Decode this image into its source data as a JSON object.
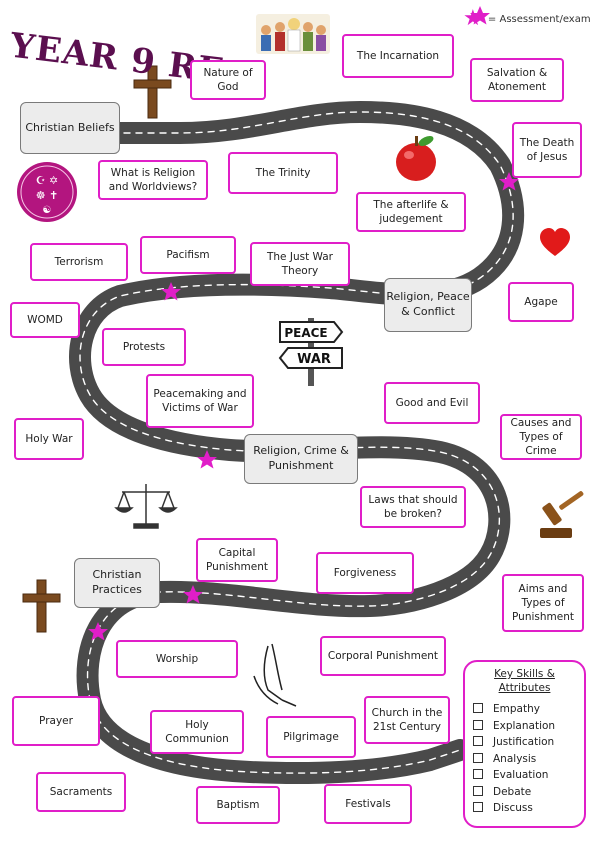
{
  "header": {
    "title": "YEAR 9 RE",
    "legend_label": "= Assessment/exam"
  },
  "colors": {
    "accent": "#e01ec8",
    "road": "#555555",
    "section_bg": "#ececec",
    "title": "#5b0f4f"
  },
  "sections": [
    {
      "id": "christian-beliefs",
      "label": "Christian Beliefs"
    },
    {
      "id": "religion-peace-conflict",
      "label": "Religion, Peace & Conflict"
    },
    {
      "id": "religion-crime-punishment",
      "label": "Religion, Crime & Punishment"
    },
    {
      "id": "christian-practices",
      "label": "Christian Practices"
    }
  ],
  "topics": [
    {
      "id": "nature-of-god",
      "label": "Nature of God"
    },
    {
      "id": "the-incarnation",
      "label": "The Incarnation"
    },
    {
      "id": "salvation-atonement",
      "label": "Salvation & Atonement"
    },
    {
      "id": "what-is-religion",
      "label": "What is Religion and Worldviews?"
    },
    {
      "id": "the-trinity",
      "label": "The Trinity"
    },
    {
      "id": "death-of-jesus",
      "label": "The Death of Jesus"
    },
    {
      "id": "afterlife",
      "label": "The afterlife & judegement"
    },
    {
      "id": "terrorism",
      "label": "Terrorism"
    },
    {
      "id": "pacifism",
      "label": "Pacifism"
    },
    {
      "id": "just-war",
      "label": "The Just War Theory"
    },
    {
      "id": "agape",
      "label": "Agape"
    },
    {
      "id": "womd",
      "label": "WOMD"
    },
    {
      "id": "protests",
      "label": "Protests"
    },
    {
      "id": "peacemaking",
      "label": "Peacemaking and Victims of War"
    },
    {
      "id": "holy-war",
      "label": "Holy War"
    },
    {
      "id": "good-evil",
      "label": "Good and Evil"
    },
    {
      "id": "causes-crime",
      "label": "Causes and Types of Crime"
    },
    {
      "id": "laws-broken",
      "label": "Laws that should be broken?"
    },
    {
      "id": "capital-punishment",
      "label": "Capital Punishment"
    },
    {
      "id": "forgiveness",
      "label": "Forgiveness"
    },
    {
      "id": "aims-punishment",
      "label": "Aims and Types of Punishment"
    },
    {
      "id": "worship",
      "label": "Worship"
    },
    {
      "id": "corporal-punishment",
      "label": "Corporal Punishment"
    },
    {
      "id": "prayer",
      "label": "Prayer"
    },
    {
      "id": "holy-communion",
      "label": "Holy Communion"
    },
    {
      "id": "pilgrimage",
      "label": "Pilgrimage"
    },
    {
      "id": "church-21st",
      "label": "Church in the 21st Century"
    },
    {
      "id": "sacraments",
      "label": "Sacraments"
    },
    {
      "id": "baptism",
      "label": "Baptism"
    },
    {
      "id": "festivals",
      "label": "Festivals"
    }
  ],
  "signpost": {
    "top": "PEACE",
    "bottom": "WAR"
  },
  "key_skills": {
    "heading": "Key Skills & Attributes",
    "items": [
      "Empathy",
      "Explanation",
      "Justification",
      "Analysis",
      "Evaluation",
      "Debate",
      "Discuss"
    ]
  },
  "icons": [
    "cross-icon",
    "angels-icon",
    "apple-icon",
    "heart-icon",
    "religious-symbols-icon",
    "peace-war-signpost-icon",
    "scales-icon",
    "gavel-icon",
    "praying-hands-icon",
    "star-icon"
  ]
}
